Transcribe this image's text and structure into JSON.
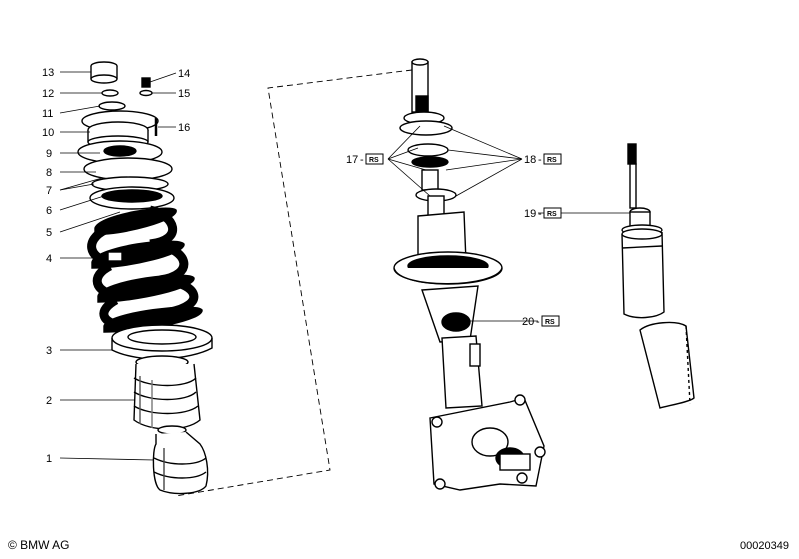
{
  "diagram": {
    "callouts": [
      {
        "id": "1",
        "text": "1"
      },
      {
        "id": "2",
        "text": "2"
      },
      {
        "id": "3",
        "text": "3"
      },
      {
        "id": "4",
        "text": "4"
      },
      {
        "id": "5",
        "text": "5"
      },
      {
        "id": "6",
        "text": "6"
      },
      {
        "id": "7",
        "text": "7"
      },
      {
        "id": "8",
        "text": "8"
      },
      {
        "id": "9",
        "text": "9"
      },
      {
        "id": "10",
        "text": "10"
      },
      {
        "id": "11",
        "text": "11"
      },
      {
        "id": "12",
        "text": "12"
      },
      {
        "id": "13",
        "text": "13"
      },
      {
        "id": "14",
        "text": "14"
      },
      {
        "id": "15",
        "text": "15"
      },
      {
        "id": "16",
        "text": "16"
      },
      {
        "id": "17",
        "text": "17"
      },
      {
        "id": "18",
        "text": "18"
      },
      {
        "id": "19",
        "text": "19"
      },
      {
        "id": "20",
        "text": "20"
      }
    ],
    "rs_badge": "RS"
  },
  "footer": {
    "copyright": "© BMW AG",
    "doc_number": "00020349"
  }
}
